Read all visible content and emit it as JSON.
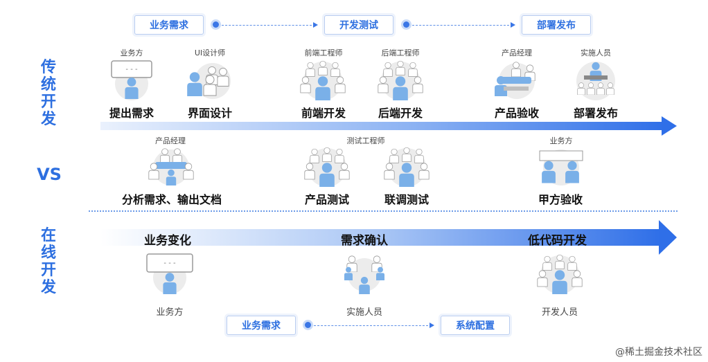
{
  "top_flow": [
    "业务需求",
    "开发测试",
    "部署发布"
  ],
  "side_labels": {
    "traditional": [
      "传",
      "统",
      "开",
      "发"
    ],
    "vs": "VS",
    "online": [
      "在",
      "线",
      "开",
      "发"
    ]
  },
  "traditional_steps": [
    {
      "role": "业务方",
      "title": "提出需求",
      "icon": "speech-person-icon"
    },
    {
      "role": "UI设计师",
      "title": "界面设计",
      "icon": "designer-team-icon"
    },
    {
      "role": "前端工程师",
      "title": "前端开发",
      "icon": "team-group-icon"
    },
    {
      "role": "后端工程师",
      "title": "后端开发",
      "icon": "team-group-icon"
    },
    {
      "role": "产品经理",
      "title": "产品验收",
      "icon": "meeting-table-icon"
    },
    {
      "role": "实施人员",
      "title": "部署发布",
      "icon": "presenter-audience-icon"
    }
  ],
  "lower_steps": [
    {
      "role": "产品经理",
      "title": "分析需求、输出文档",
      "icon": "meeting-table-icon"
    },
    {
      "role": "测试工程师",
      "title": "产品测试",
      "icon": "team-group-icon"
    },
    {
      "role": "",
      "title": "联调测试",
      "icon": "team-group-icon"
    },
    {
      "role": "业务方",
      "title": "甲方验收",
      "icon": "two-people-icon"
    }
  ],
  "online_band": [
    "业务变化",
    "需求确认",
    "低代码开发"
  ],
  "online_roles": [
    {
      "label": "业务方",
      "icon": "speech-person-icon"
    },
    {
      "label": "实施人员",
      "icon": "three-people-icon"
    },
    {
      "label": "开发人员",
      "icon": "team-group-icon"
    }
  ],
  "bottom_flow": [
    "业务需求",
    "系统配置"
  ],
  "watermark": "@稀土掘金技术社区",
  "colors": {
    "accent": "#2d6fe0",
    "arrow": "#2f6fe8",
    "icon_blue": "#7ab0e8",
    "icon_gray": "#e8e8e8"
  }
}
